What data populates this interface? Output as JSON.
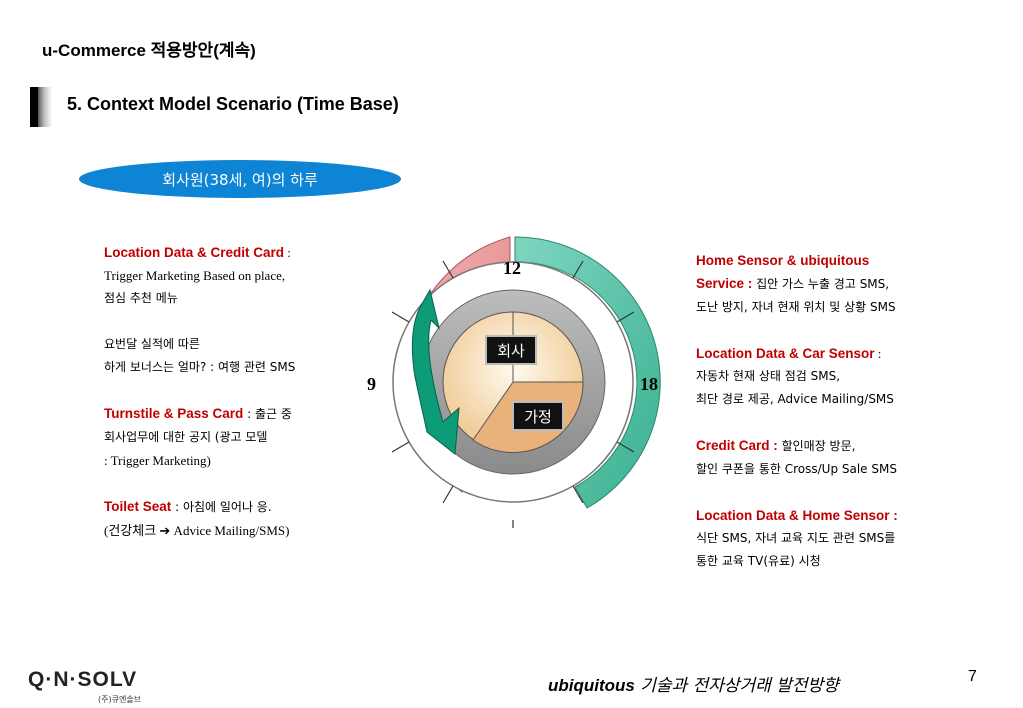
{
  "header": {
    "title": "u-Commerce 적용방안(계속)",
    "section_title": "5. Context Model Scenario (Time Base)"
  },
  "oval_label": "회사원(38세, 여)의 하루",
  "left_column": {
    "p1_head": "Location Data & Credit Card",
    "p1_sep": " :",
    "p1_line2": "Trigger Marketing Based on place,",
    "p1_line3": "점심 추천 메뉴",
    "p2_line1": "요번달 실적에 따른",
    "p2_line2": "하게 보너스는 얼마? : 여행 관련 SMS",
    "p3_head": "Turnstile & Pass Card",
    "p3_rest": " : 출근 중",
    "p3_line2": "회사업무에 대한 공지 (광고 모델",
    "p3_line3": ": Trigger Marketing)",
    "p4_head": "Toilet Seat",
    "p4_rest": " : 아침에 일어나 응.",
    "p4_line2": "(건강체크 ➔ Advice Mailing/SMS)"
  },
  "right_column": {
    "p1_head1": "Home Sensor & ubiquitous",
    "p1_head2": "Service :",
    "p1_rest": " 집안 가스 누출 경고 SMS,",
    "p1_line3": "도난 방지,  자녀 현재 위치 및 상황 SMS",
    "p2_head": "Location Data & Car Sensor",
    "p2_sep": " :",
    "p2_line2": "자동차 현재 상태 점검 SMS,",
    "p2_line3": "최단 경로 제공, Advice Mailing/SMS",
    "p3_head": "Credit Card :",
    "p3_rest": " 할인매장 방문,",
    "p3_line2": "할인 쿠폰을 통한 Cross/Up Sale SMS",
    "p4_head": "Location Data & Home Sensor :",
    "p4_line2": "식단 SMS, 자녀 교육 지도 관련 SMS를",
    "p4_line3": "통한 교육 TV(유료) 시청"
  },
  "clock": {
    "label_12": "12",
    "label_9": "9",
    "label_18": "18",
    "sector_company": "회사",
    "sector_home": "가정"
  },
  "colors": {
    "oval": "#0e84d4",
    "highlight_red": "#c00000",
    "ring_pink": "#e8a0a4",
    "ring_teal": "#5fc3aa",
    "arrow_green": "#0e9c78"
  },
  "footer": {
    "title_en": "ubiquitous",
    "title_ko": " 기술과 전자상거래 발전방향",
    "page_number": "7",
    "logo": "Q·N·SOLV",
    "logo_sub": "(주)큐엔솔브"
  }
}
